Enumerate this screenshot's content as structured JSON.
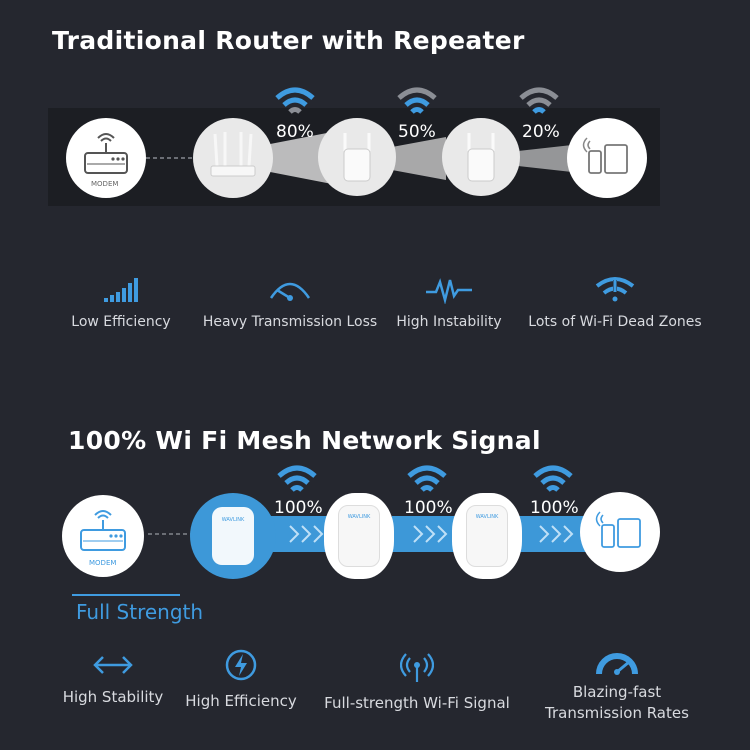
{
  "section1": {
    "title": "Traditional Router with Repeater",
    "modem_label": "MODEM",
    "percents": [
      "80%",
      "50%",
      "20%"
    ],
    "features": [
      {
        "label": "Low Efficiency",
        "icon": "signal-bars-icon"
      },
      {
        "label": "Heavy Transmission Loss",
        "icon": "speedometer-low-icon"
      },
      {
        "label": "High Instability",
        "icon": "pulse-wave-icon"
      },
      {
        "label": "Lots of Wi-Fi Dead Zones",
        "icon": "wifi-warning-icon"
      }
    ]
  },
  "section2": {
    "title": "100% Wi Fi Mesh Network Signal",
    "modem_label": "MODEM",
    "brand": "WAVLINK",
    "percents": [
      "100%",
      "100%",
      "100%"
    ],
    "full_strength": "Full Strength",
    "features": [
      {
        "label": "High Stability",
        "icon": "double-arrow-icon"
      },
      {
        "label": "High Efficiency",
        "icon": "lightning-icon"
      },
      {
        "label": "Full-strength Wi-Fi Signal",
        "icon": "antenna-signal-icon"
      },
      {
        "label_line1": "Blazing-fast",
        "label_line2": "Transmission Rates",
        "icon": "speedometer-fast-icon"
      }
    ]
  },
  "colors": {
    "background": "#25272f",
    "accent_blue": "#3f9be0",
    "signal_grey": "#8b8e95"
  }
}
